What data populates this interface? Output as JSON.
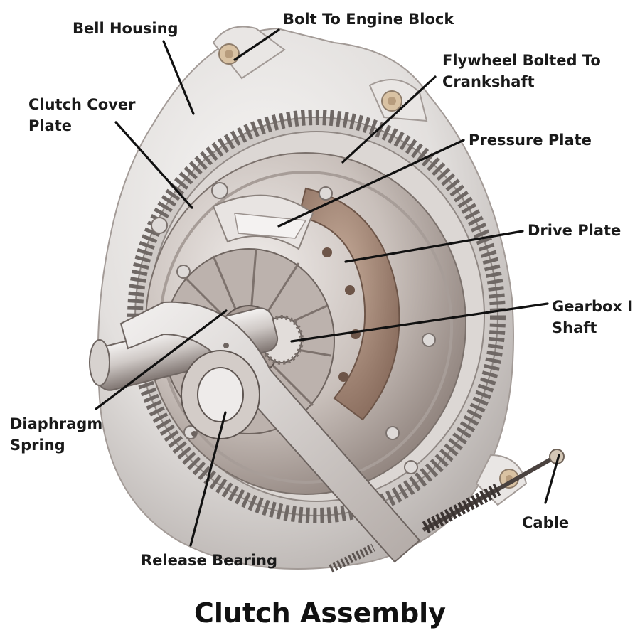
{
  "title": "Clutch Assembly",
  "labels": {
    "bell_housing": "Bell Housing",
    "bolt_engine": "Bolt To Engine Block",
    "flywheel_line1": "Flywheel Bolted To",
    "flywheel_line2": "Crankshaft",
    "clutch_cover_line1": "Clutch Cover",
    "clutch_cover_line2": "Plate",
    "pressure_plate": "Pressure Plate",
    "drive_plate": "Drive Plate",
    "gearbox_line1": "Gearbox I",
    "gearbox_line2": "Shaft",
    "diaphragm_line1": "Diaphragm",
    "diaphragm_line2": "Spring",
    "cable": "Cable",
    "release_bearing": "Release Bearing"
  },
  "colors": {
    "background": "#ffffff",
    "label_text": "#1a1a1a",
    "housing": "#e6e4e3",
    "metal": "#cfc9c6",
    "friction": "#9a7b6a",
    "shadow": "#7a6f6b"
  }
}
